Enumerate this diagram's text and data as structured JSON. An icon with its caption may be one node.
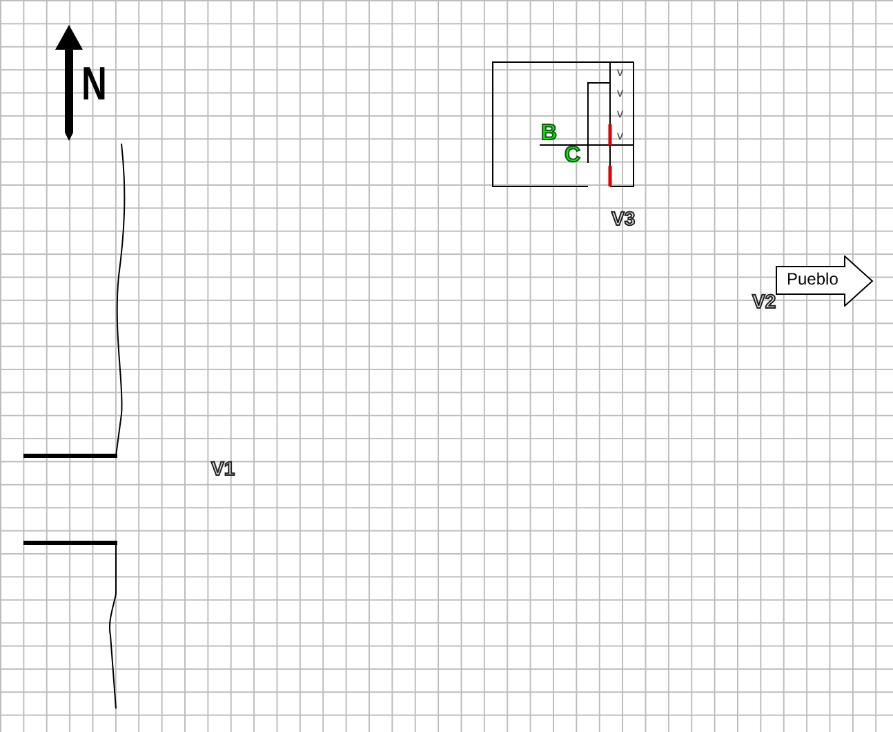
{
  "diagram": {
    "nodes": [
      {
        "text": [
          "Pueblo"
        ]
      }
    ],
    "edges": [],
    "labels": [
      "N",
      "v",
      "v",
      "v",
      "B",
      "v",
      "C",
      "V3",
      "V2",
      "V1"
    ]
  }
}
